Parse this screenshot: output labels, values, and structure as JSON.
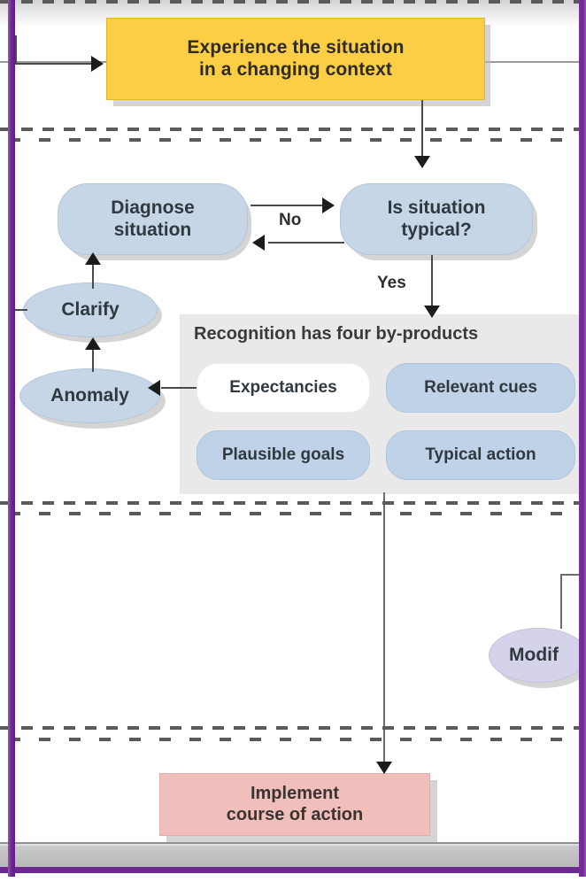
{
  "diagram": {
    "title": "Recognition-Primed Decision flowchart (partial view)",
    "colors": {
      "yellow_box": "#fbce46",
      "pink_box": "#f0bfbb",
      "blue_pill": "#c6d6e7",
      "lavender_ellipse": "#d4d3ea",
      "panel_gray": "#e9e9e9",
      "frame_purple": "#6f2a92",
      "connector": "#4a4a4a"
    },
    "nodes": {
      "experience": {
        "line1": "Experience the situation",
        "line2": "in a changing context"
      },
      "diagnose": {
        "line1": "Diagnose",
        "line2": "situation"
      },
      "is_typical": {
        "line1": "Is situation",
        "line2": "typical?"
      },
      "clarify": {
        "label": "Clarify"
      },
      "anomaly": {
        "label": "Anomaly"
      },
      "modify": {
        "label": "Modif"
      },
      "implement": {
        "line1": "Implement",
        "line2": "course of action"
      }
    },
    "byproducts_panel": {
      "title": "Recognition has four by-products",
      "items": [
        {
          "label": "Expectancies",
          "style": "white"
        },
        {
          "label": "Relevant cues",
          "style": "blue"
        },
        {
          "label": "Plausible goals",
          "style": "blue"
        },
        {
          "label": "Typical action",
          "style": "blue"
        }
      ]
    },
    "edge_labels": {
      "no": "No",
      "yes": "Yes"
    }
  }
}
